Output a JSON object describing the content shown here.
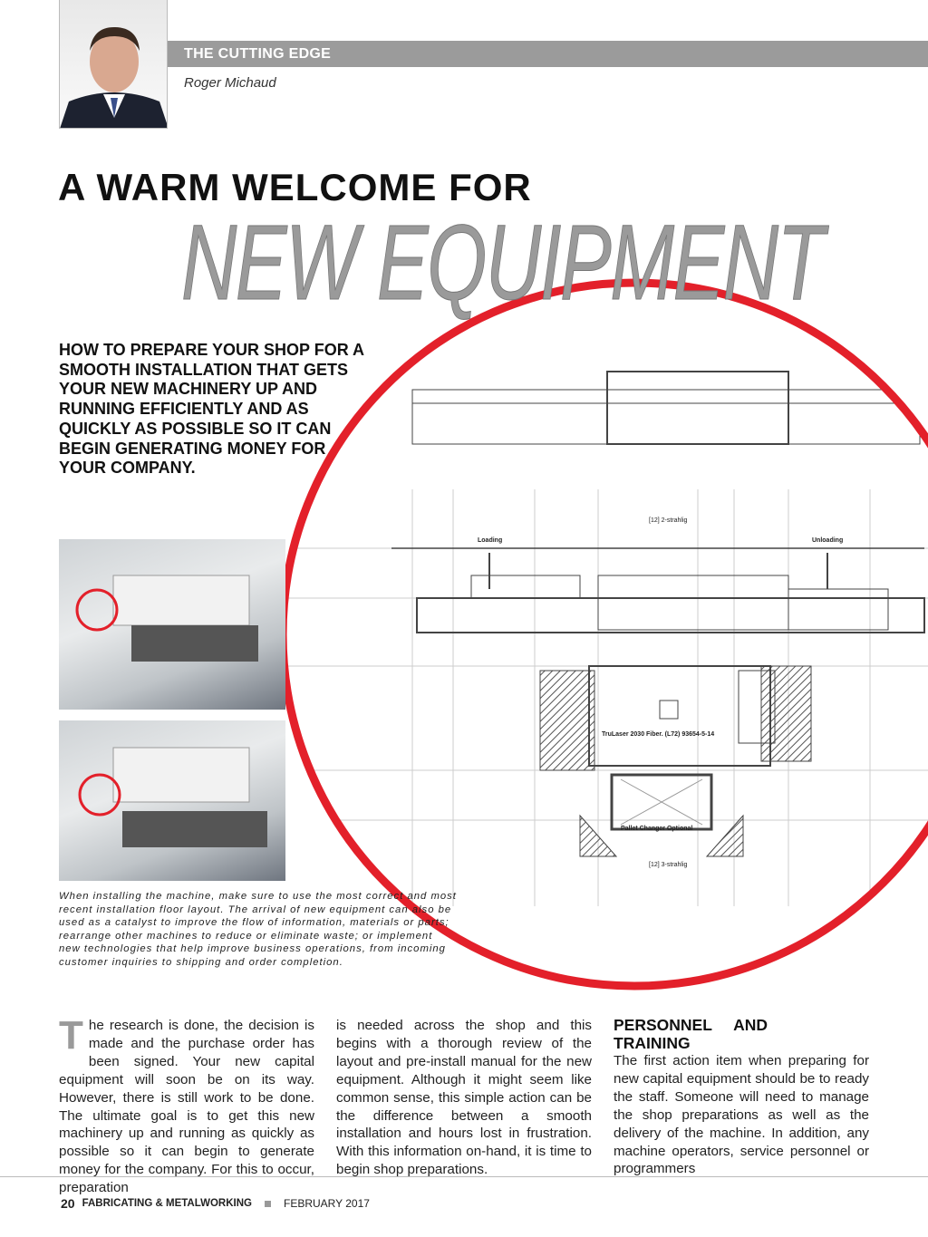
{
  "header": {
    "column_name": "THE CUTTING EDGE",
    "author": "Roger Michaud"
  },
  "title": {
    "line1": "A WARM WELCOME FOR",
    "line2": "NEW EQUIPMENT"
  },
  "deck": "HOW TO PREPARE YOUR SHOP FOR A SMOOTH INSTALLATION THAT GETS YOUR NEW MACHINERY UP AND RUNNING EFFICIENTLY AND AS QUICKLY AS POSSIBLE SO IT CAN BEGIN GENERATING MONEY FOR YOUR COMPANY.",
  "diagram": {
    "loading": "Loading",
    "unloading": "Unloading",
    "machine": "TruLaser 2030 Fiber. (L72)   93654-5-14",
    "pallet": "Pallet Changer Optional",
    "strahlig2": "[12] 2-strahlig",
    "strahlig3": "[12] 3-strahlig"
  },
  "caption": "When installing the machine, make sure to use the most correct and most recent installation floor layout. The arrival of new equipment can also be used as a catalyst to improve the flow of information, materials or parts; rearrange other machines to reduce or eliminate waste; or implement new technologies that help improve business operations, from incoming customer inquiries to shipping and order completion.",
  "body": {
    "drop_cap": "T",
    "col1": "he research is done, the decision is made and the purchase order has been signed. Your new capital equipment will soon be on its way. However, there is still work to be done. The ultimate goal is to get this new machinery up and running as quickly as possible so it can begin to generate money for the company. For this to occur, preparation",
    "col2": "is needed across the shop and this begins with a thorough review of the layout and pre-install manual for the new equipment. Although it might seem like common sense, this simple action can be the difference between a smooth installation and hours lost in frustration. With this information on-hand, it is time to begin shop preparations.",
    "subhead": "PERSONNEL AND TRAINING",
    "col3": "The first action item when preparing for new capital equipment should be to ready the staff. Someone will need to manage the shop preparations as well as the delivery of the machine. In addition, any machine operators, service personnel or programmers"
  },
  "footer": {
    "page": "20",
    "publication": "FABRICATING & METALWORKING",
    "date": "FEBRUARY 2017"
  },
  "colors": {
    "accent": "#e3202a",
    "gray": "#9b9b9b"
  }
}
